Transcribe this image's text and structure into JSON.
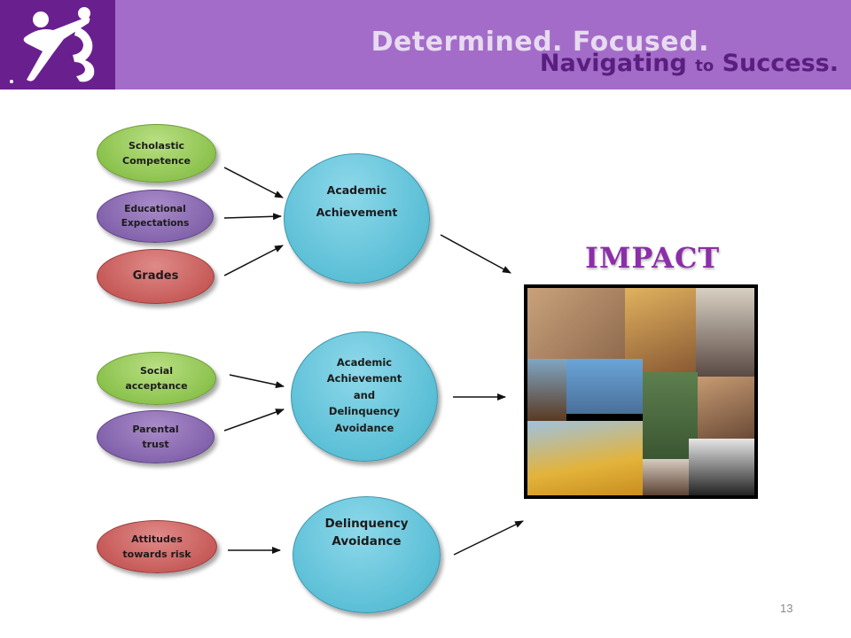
{
  "header": {
    "tagline_line1": "Determined. Focused.",
    "tagline_line2_a": "Navigating",
    "tagline_line2_b": "to",
    "tagline_line2_c": "Success."
  },
  "diagram": {
    "inputs": [
      {
        "label": "Scholastic\nCompetence",
        "color": "#8dc34f"
      },
      {
        "label": "Educational\nExpectations",
        "color": "#8464ad"
      },
      {
        "label": "Grades",
        "color": "#c75c5a"
      },
      {
        "label": "Social\nacceptance",
        "color": "#8dc34f"
      },
      {
        "label": "Parental\ntrust",
        "color": "#8464ad"
      },
      {
        "label": "Attitudes\ntowards risk",
        "color": "#c75c5a"
      }
    ],
    "outcomes": [
      {
        "label": "Academic\nAchievement"
      },
      {
        "label": "Academic\nAchievement\nand\nDelinquency\nAvoidance"
      },
      {
        "label": "Delinquency\nAvoidance"
      }
    ],
    "impact_label": "IMPACT"
  },
  "colors": {
    "header_bg": "#a46cc9",
    "logo_bg": "#6a1f8f",
    "impact_text": "#8b2fa8",
    "outcome_fill": "#5bbfd6"
  },
  "page_number": "13"
}
